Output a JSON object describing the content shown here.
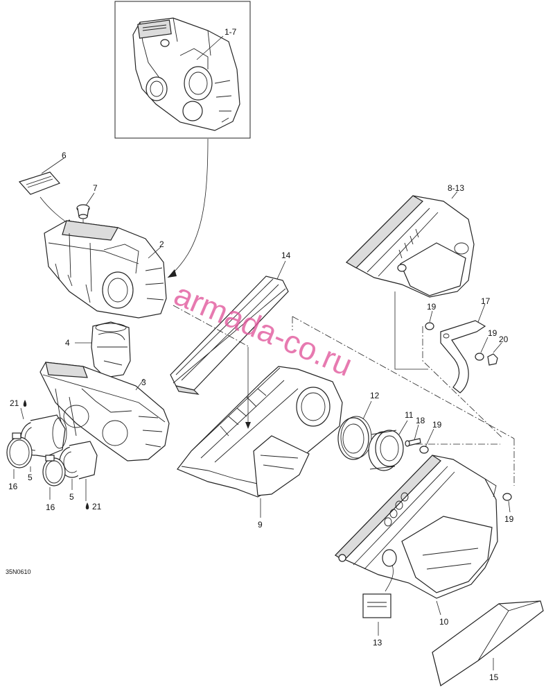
{
  "watermark": "armada-co.ru",
  "drawing_code": "35N0610",
  "callouts": {
    "c1_7": "1-7",
    "c2": "2",
    "c3": "3",
    "c4": "4",
    "c5a": "5",
    "c5b": "5",
    "c6": "6",
    "c7": "7",
    "c8_13": "8-13",
    "c9": "9",
    "c10": "10",
    "c11": "11",
    "c12": "12",
    "c13": "13",
    "c14": "14",
    "c15": "15",
    "c16a": "16",
    "c16b": "16",
    "c17": "17",
    "c18": "18",
    "c19a": "19",
    "c19b": "19",
    "c19c": "19",
    "c19d": "19",
    "c20": "20",
    "c21a": "21",
    "c21b": "21"
  },
  "colors": {
    "watermark": "#e0559a",
    "line": "#222222"
  }
}
